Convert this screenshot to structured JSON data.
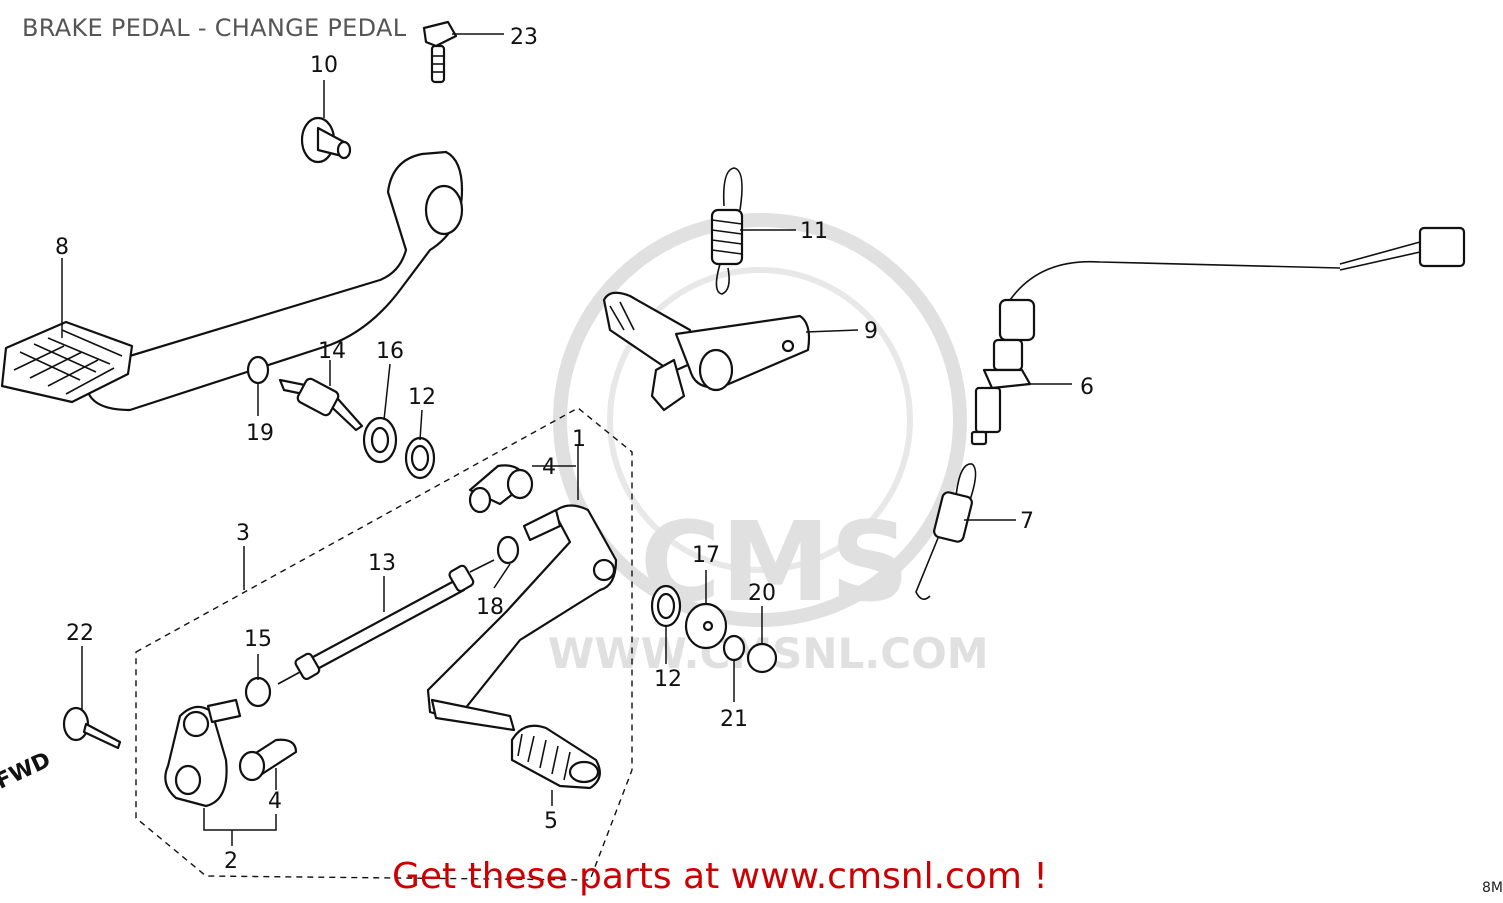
{
  "title": "BRAKE PEDAL - CHANGE PEDAL",
  "watermark": {
    "brand": "CMS",
    "url": "WWW.CMSNL.COM"
  },
  "banner": "Get these parts at www.cmsnl.com !",
  "direction_label": "FWD",
  "diagram_code": "8M",
  "colors": {
    "line": "#111111",
    "banner": "#cc0000",
    "watermark": "#c8c8c8"
  },
  "callouts": [
    {
      "id": "c23",
      "label": "23"
    },
    {
      "id": "c10",
      "label": "10"
    },
    {
      "id": "c8",
      "label": "8"
    },
    {
      "id": "c11",
      "label": "11"
    },
    {
      "id": "c9",
      "label": "9"
    },
    {
      "id": "c14",
      "label": "14"
    },
    {
      "id": "c16",
      "label": "16"
    },
    {
      "id": "c12a",
      "label": "12"
    },
    {
      "id": "c19",
      "label": "19"
    },
    {
      "id": "c6",
      "label": "6"
    },
    {
      "id": "c1",
      "label": "1"
    },
    {
      "id": "c4a",
      "label": "4"
    },
    {
      "id": "c3",
      "label": "3"
    },
    {
      "id": "c13",
      "label": "13"
    },
    {
      "id": "c18",
      "label": "18"
    },
    {
      "id": "c7",
      "label": "7"
    },
    {
      "id": "c17",
      "label": "17"
    },
    {
      "id": "c20",
      "label": "20"
    },
    {
      "id": "c22",
      "label": "22"
    },
    {
      "id": "c15",
      "label": "15"
    },
    {
      "id": "c12b",
      "label": "12"
    },
    {
      "id": "c21",
      "label": "21"
    },
    {
      "id": "c4b",
      "label": "4"
    },
    {
      "id": "c5",
      "label": "5"
    },
    {
      "id": "c2",
      "label": "2"
    }
  ]
}
